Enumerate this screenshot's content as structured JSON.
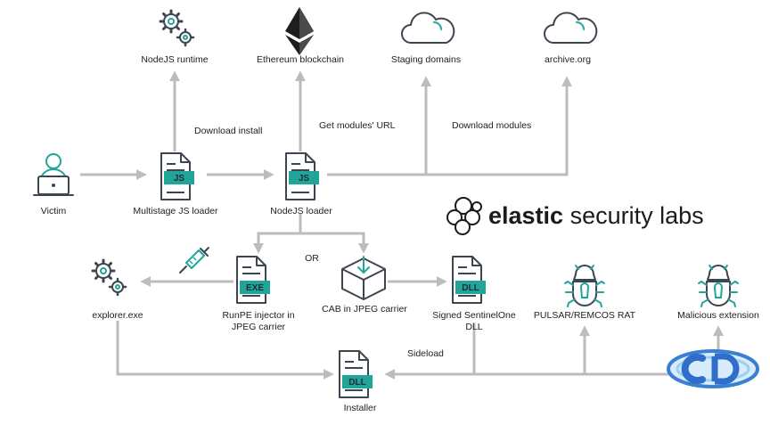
{
  "nodes": {
    "victim": "Victim",
    "js_loader": "Multistage JS loader",
    "nodejs_loader": "NodeJS loader",
    "nodejs_runtime": "NodeJS runtime",
    "ethereum": "Ethereum blockchain",
    "staging": "Staging domains",
    "archive": "archive.org",
    "explorer": "explorer.exe",
    "runpe_line1": "RunPE injector in",
    "runpe_line2": "JPEG carrier",
    "cab": "CAB in JPEG carrier",
    "signed_line1": "Signed SentinelOne",
    "signed_line2": "DLL",
    "pulsar": "PULSAR/REMCOS RAT",
    "malicious_ext": "Malicious extension",
    "installer": "Installer"
  },
  "edges": {
    "download_install": "Download install",
    "get_modules": "Get modules' URL",
    "download_modules": "Download modules",
    "or": "OR",
    "sideload": "Sideload"
  },
  "badges": {
    "js": "JS",
    "exe": "EXE",
    "dll": "DLL"
  },
  "brand": {
    "name": "elastic",
    "suffix": " security labs"
  },
  "colors": {
    "accent": "#21a59b",
    "arrow": "#bcbcbc",
    "icon": "#3d4650"
  }
}
